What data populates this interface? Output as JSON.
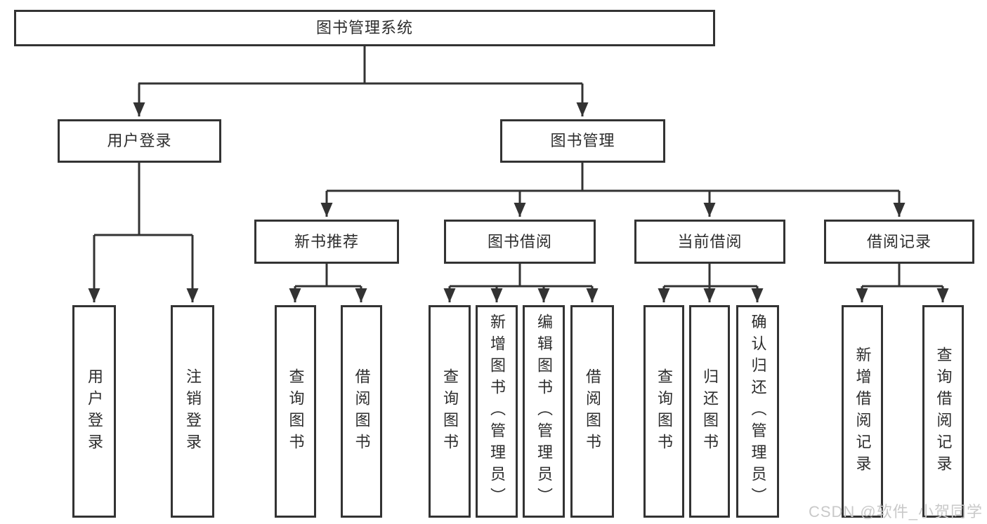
{
  "diagram": {
    "title_node": "图书管理系统",
    "level2": [
      "用户登录",
      "图书管理"
    ],
    "level3": [
      "新书推荐",
      "图书借阅",
      "当前借阅",
      "借阅记录"
    ],
    "leaves": [
      "用户登录",
      "注销登录",
      "查询图书",
      "借阅图书",
      "查询图书",
      "新增图书（管理员）",
      "编辑图书（管理员）",
      "借阅图书",
      "查询图书",
      "归还图书",
      "确认归还（管理员）",
      "新增借阅记录",
      "查询借阅记录"
    ]
  },
  "watermark": "CSDN @软件_小贺同学",
  "colors": {
    "line": "#333333",
    "box_border": "#333333",
    "text": "#2d2d2d",
    "watermark": "#c9c9c9",
    "background": "#ffffff"
  }
}
